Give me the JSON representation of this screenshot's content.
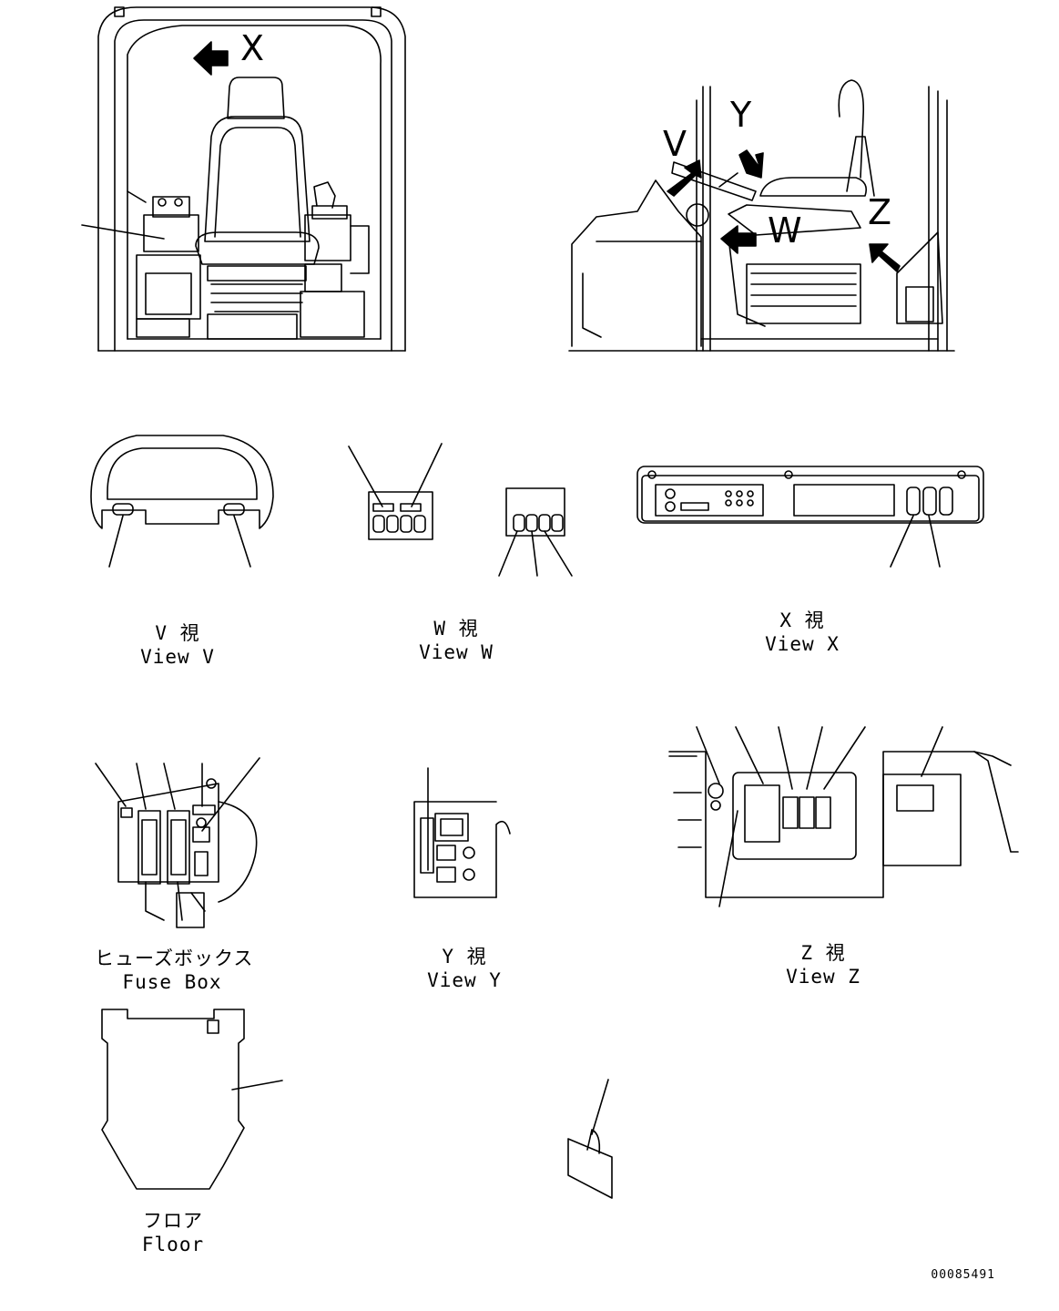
{
  "arrow_labels": {
    "x_top": "X",
    "v": "V",
    "y": "Y",
    "w": "W",
    "z": "Z"
  },
  "captions": {
    "view_v": {
      "jp": "V 視",
      "en": "View V"
    },
    "view_w": {
      "jp": "W 視",
      "en": "View W"
    },
    "view_x": {
      "jp": "X 視",
      "en": "View X"
    },
    "fuse_box": {
      "jp": "ヒューズボックス",
      "en": "Fuse Box"
    },
    "view_y": {
      "jp": "Y 視",
      "en": "View Y"
    },
    "view_z": {
      "jp": "Z 視",
      "en": "View Z"
    },
    "floor": {
      "jp": "フロア",
      "en": "Floor"
    }
  },
  "document_number": "00085491"
}
